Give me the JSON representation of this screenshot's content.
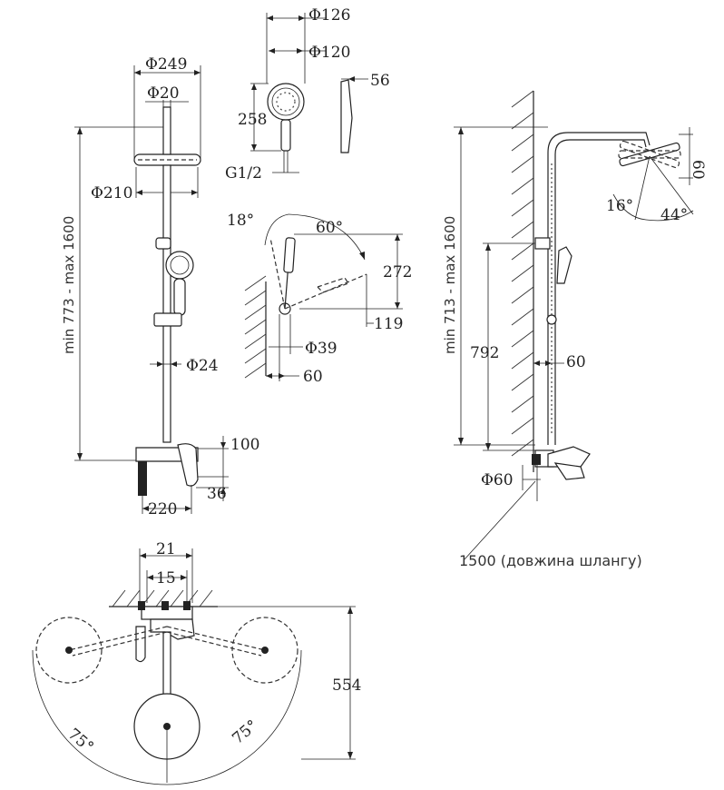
{
  "front_view": {
    "dim_head_outer": "Φ249",
    "dim_arm": "Φ20",
    "dim_head_face": "Φ210",
    "dim_height": "min 773 - max 1600",
    "dim_rail": "Φ24",
    "dim_spout_height": "100",
    "dim_spout_depth": "36",
    "dim_mixer_width": "220"
  },
  "hand_shower": {
    "dim_outer": "Φ126",
    "dim_face": "Φ120",
    "dim_length": "258",
    "dim_thickness": "56",
    "dim_thread": "G1/2"
  },
  "holder_view": {
    "angle_tilt": "18°",
    "angle_swivel": "60°",
    "dim_height": "272",
    "dim_reach": "119",
    "dim_holder": "Φ39",
    "dim_offset": "60"
  },
  "side_view": {
    "dim_height": "min 713 - max 1600",
    "dim_mixer_height": "792",
    "dim_rail_offset": "60",
    "dim_head_tilt": "60",
    "angle_down": "16°",
    "angle_up": "44°",
    "dim_escutcheon": "Φ60",
    "hose_note": "1500 (довжина шлангу)"
  },
  "top_view": {
    "dim_outer": "21",
    "dim_inner": "15",
    "dim_depth": "554",
    "angle_left": "75°",
    "angle_right": "75°"
  }
}
